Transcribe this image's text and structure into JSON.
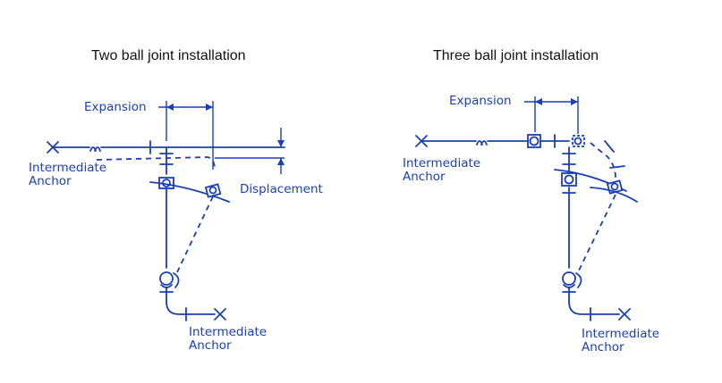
{
  "left_diagram": {
    "title": "Two ball joint installation",
    "expansion_label": "Expansion",
    "displacement_label": "Displacement",
    "anchor_top": {
      "line1": "Intermediate",
      "line2": "Anchor"
    },
    "anchor_bottom": {
      "line1": "Intermediate",
      "line2": "Anchor"
    }
  },
  "right_diagram": {
    "title": "Three ball joint installation",
    "expansion_label": "Expansion",
    "anchor_top": {
      "line1": "Intermediate",
      "line2": "Anchor"
    },
    "anchor_bottom": {
      "line1": "Intermediate",
      "line2": "Anchor"
    }
  },
  "colors": {
    "line": "#1a3fb8",
    "title_text": "#111111",
    "background": "#ffffff"
  }
}
